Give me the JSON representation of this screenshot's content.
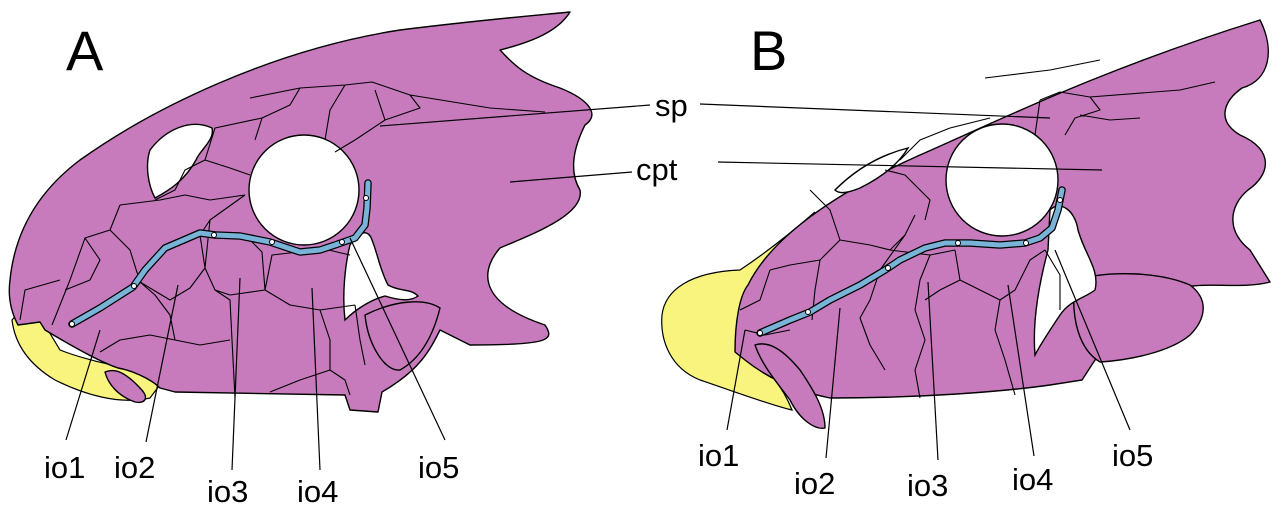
{
  "panels": [
    {
      "letter": "A",
      "labels": {
        "sp": "sp",
        "cpt": "cpt",
        "io1": "io1",
        "io2": "io2",
        "io3": "io3",
        "io4": "io4",
        "io5": "io5"
      }
    },
    {
      "letter": "B",
      "labels": {
        "sp": "sp",
        "cpt": "cpt",
        "io1": "io1",
        "io2": "io2",
        "io3": "io3",
        "io4": "io4",
        "io5": "io5"
      }
    }
  ],
  "colors": {
    "dermal_bone": "#c77bbd",
    "cartilage": "#f8f47e",
    "sensory_canal": "#7ab3d8",
    "outline": "#000000"
  }
}
